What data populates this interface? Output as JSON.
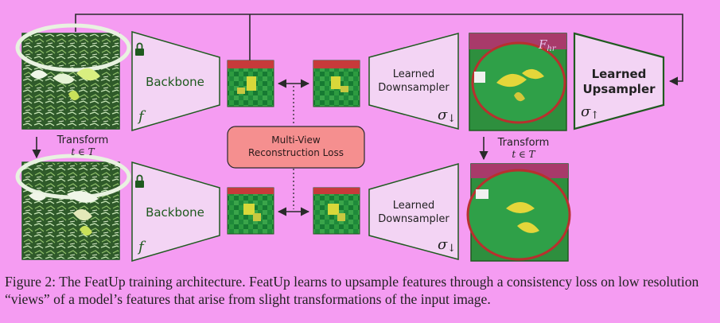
{
  "colors": {
    "background": "#f59cf2",
    "module_fill": "#f3d4f4",
    "module_stroke": "#1f5a1f",
    "loss_fill": "#f58f8f",
    "loss_stroke": "#2a2a2a",
    "connector": "#2a2a2a"
  },
  "top_row": {
    "backbone": {
      "label": "Backbone",
      "symbol": "f",
      "icon": "lock-icon"
    },
    "downsampler": {
      "label_line1": "Learned",
      "label_line2": "Downsampler",
      "symbol": "σ",
      "arrow": "↓"
    }
  },
  "bottom_row": {
    "backbone": {
      "label": "Backbone",
      "symbol": "f",
      "icon": "lock-icon"
    },
    "downsampler": {
      "label_line1": "Learned",
      "label_line2": "Downsampler",
      "symbol": "σ",
      "arrow": "↓"
    }
  },
  "upsampler": {
    "label_line1": "Learned",
    "label_line2": "Upsampler",
    "symbol": "σ",
    "arrow": "↑"
  },
  "hr_feature_label": "F",
  "hr_feature_subscript": "hr",
  "loss_box": {
    "line1": "Multi-View",
    "line2": "Reconstruction Loss"
  },
  "transform_left": {
    "word": "Transform",
    "math": "t ∈ T"
  },
  "transform_right": {
    "word": "Transform",
    "math": "t ∈ T"
  },
  "caption": {
    "figure_label": "Figure 2:",
    "text": " The FeatUp training architecture. FeatUp learns to upsample features through a consistency loss on low resolution “views” of a model’s features that arise from slight transformations of the input image."
  }
}
